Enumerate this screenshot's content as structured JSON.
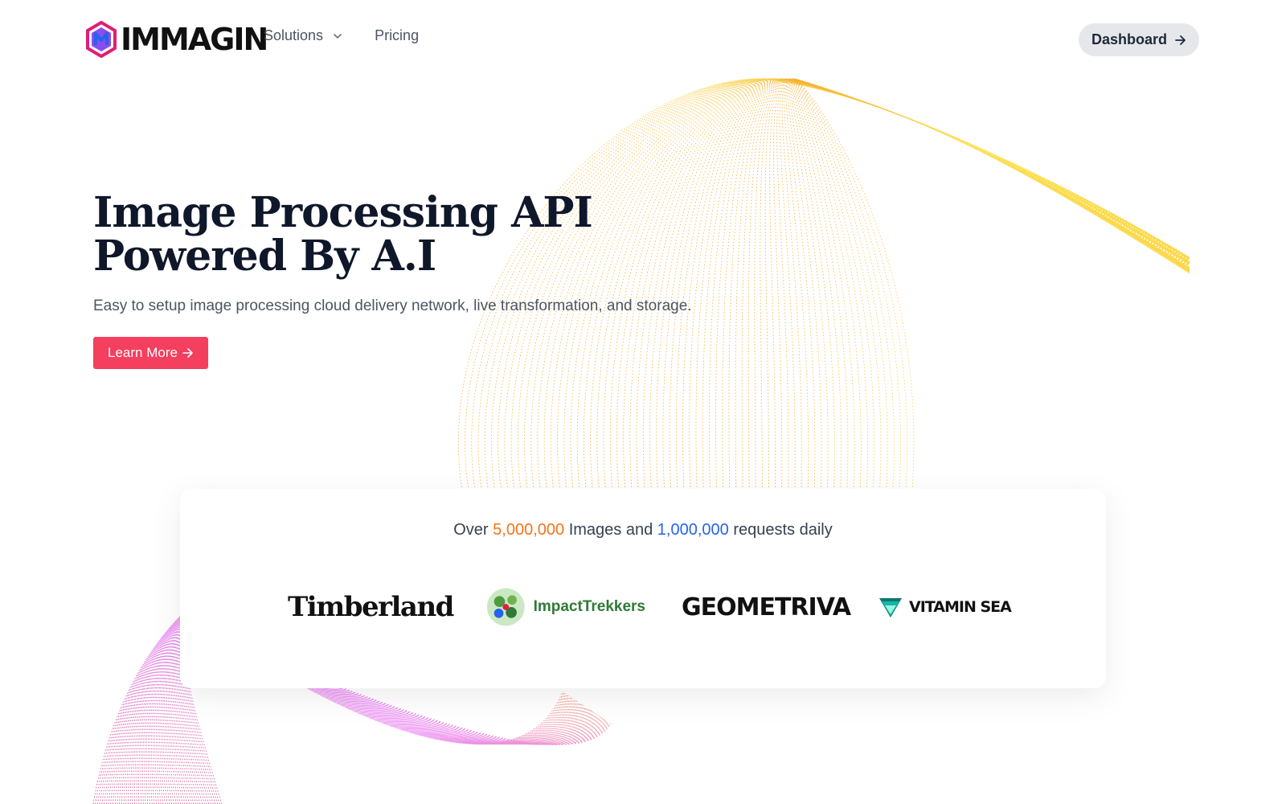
{
  "brand": {
    "name": "IMMAGIN",
    "colors": {
      "pink": "#e11d74",
      "purple": "#7c3aed",
      "blue": "#2563eb"
    }
  },
  "nav": {
    "solutions_label": "Solutions",
    "pricing_label": "Pricing",
    "dashboard_label": "Dashboard"
  },
  "hero": {
    "title_line1": "Image Processing API",
    "title_line2": "Powered By A.I",
    "subtitle": "Easy to setup image processing cloud delivery network, live transformation, and storage.",
    "cta_label": "Learn More"
  },
  "stats": {
    "prefix": "Over",
    "images_count": "5,000,000",
    "images_label": "Images and",
    "requests_count": "1,000,000",
    "requests_label": "requests daily"
  },
  "customers": [
    {
      "name": "Timberland"
    },
    {
      "name": "ImpactTrekkers"
    },
    {
      "name": "GEOMETRIVA"
    },
    {
      "name": "VITAMIN SEA"
    }
  ],
  "colors": {
    "cta": "#f43f5e",
    "highlight_orange": "#f97316",
    "highlight_blue": "#2563eb",
    "dashboard_bg": "#e5e7eb"
  }
}
